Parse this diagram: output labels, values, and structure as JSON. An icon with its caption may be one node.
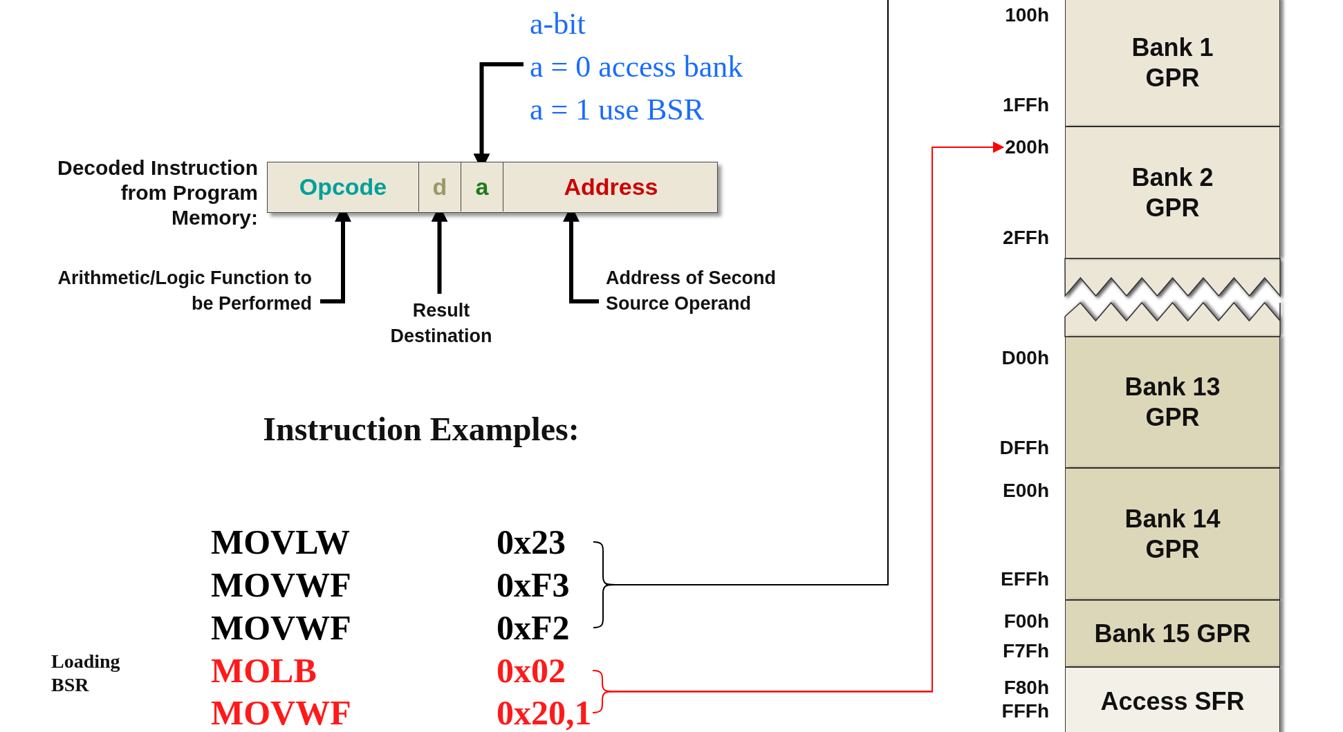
{
  "diagram": {
    "nodes": [
      {
        "text": [
          "Decoded Instruction from Program Memory:"
        ]
      },
      {
        "text": [
          "Opcode"
        ],
        "in": 0
      },
      {
        "text": [
          "d"
        ],
        "in": 0
      },
      {
        "text": [
          "a"
        ],
        "in": 0
      },
      {
        "text": [
          "Address"
        ],
        "in": 0
      },
      {
        "text": [
          "a-bit",
          "a = 0 access bank",
          "a = 1 use BSR"
        ]
      },
      {
        "text": [
          "Arithmetic/Logic Function to be Performed"
        ]
      },
      {
        "text": [
          "Result Destination"
        ]
      },
      {
        "text": [
          "Address of Second Source Operand"
        ]
      },
      {
        "text": [
          "MOVLW",
          "0x23"
        ]
      },
      {
        "text": [
          "MOVWF",
          "0xF3"
        ]
      },
      {
        "text": [
          "MOVWF",
          "0xF2"
        ]
      },
      {
        "text": [
          "MOLB",
          "0x02"
        ]
      },
      {
        "text": [
          "MOVWF",
          "0x20,1"
        ]
      },
      {
        "text": [
          "200h"
        ]
      },
      {
        "text": [
          "Bank 1 GPR"
        ]
      },
      {
        "text": [
          "Bank 2 GPR"
        ]
      },
      {
        "text": [
          "Bank 13 GPR"
        ]
      },
      {
        "text": [
          "Bank 14 GPR"
        ]
      },
      {
        "text": [
          "Bank 15 GPR"
        ]
      },
      {
        "text": [
          "Access SFR"
        ]
      }
    ],
    "edges": [
      {
        "from": 5,
        "to": 3,
        "arrow": "to",
        "style": "thick"
      },
      {
        "from": 6,
        "to": 1,
        "arrow": "to",
        "style": "thick"
      },
      {
        "from": 7,
        "to": 2,
        "arrow": "to",
        "style": "thick"
      },
      {
        "from": 8,
        "to": 4,
        "arrow": "to",
        "style": "thick"
      },
      {
        "from": 9,
        "to": null,
        "arrow": "none"
      },
      {
        "from": 10,
        "to": null,
        "arrow": "none"
      },
      {
        "from": 11,
        "to": null,
        "arrow": "none"
      },
      {
        "from": 12,
        "to": 14,
        "arrow": "to",
        "color": "#ff0000"
      },
      {
        "from": 13,
        "to": 14,
        "arrow": "to",
        "color": "#ff0000"
      }
    ],
    "labels": [
      "Instruction Examples:",
      "Loading BSR",
      "100h",
      "1FFh",
      "2FFh",
      "D00h",
      "DFFh",
      "E00h",
      "EFFh",
      "F00h",
      "F7Fh",
      "F80h",
      "FFFh"
    ]
  }
}
